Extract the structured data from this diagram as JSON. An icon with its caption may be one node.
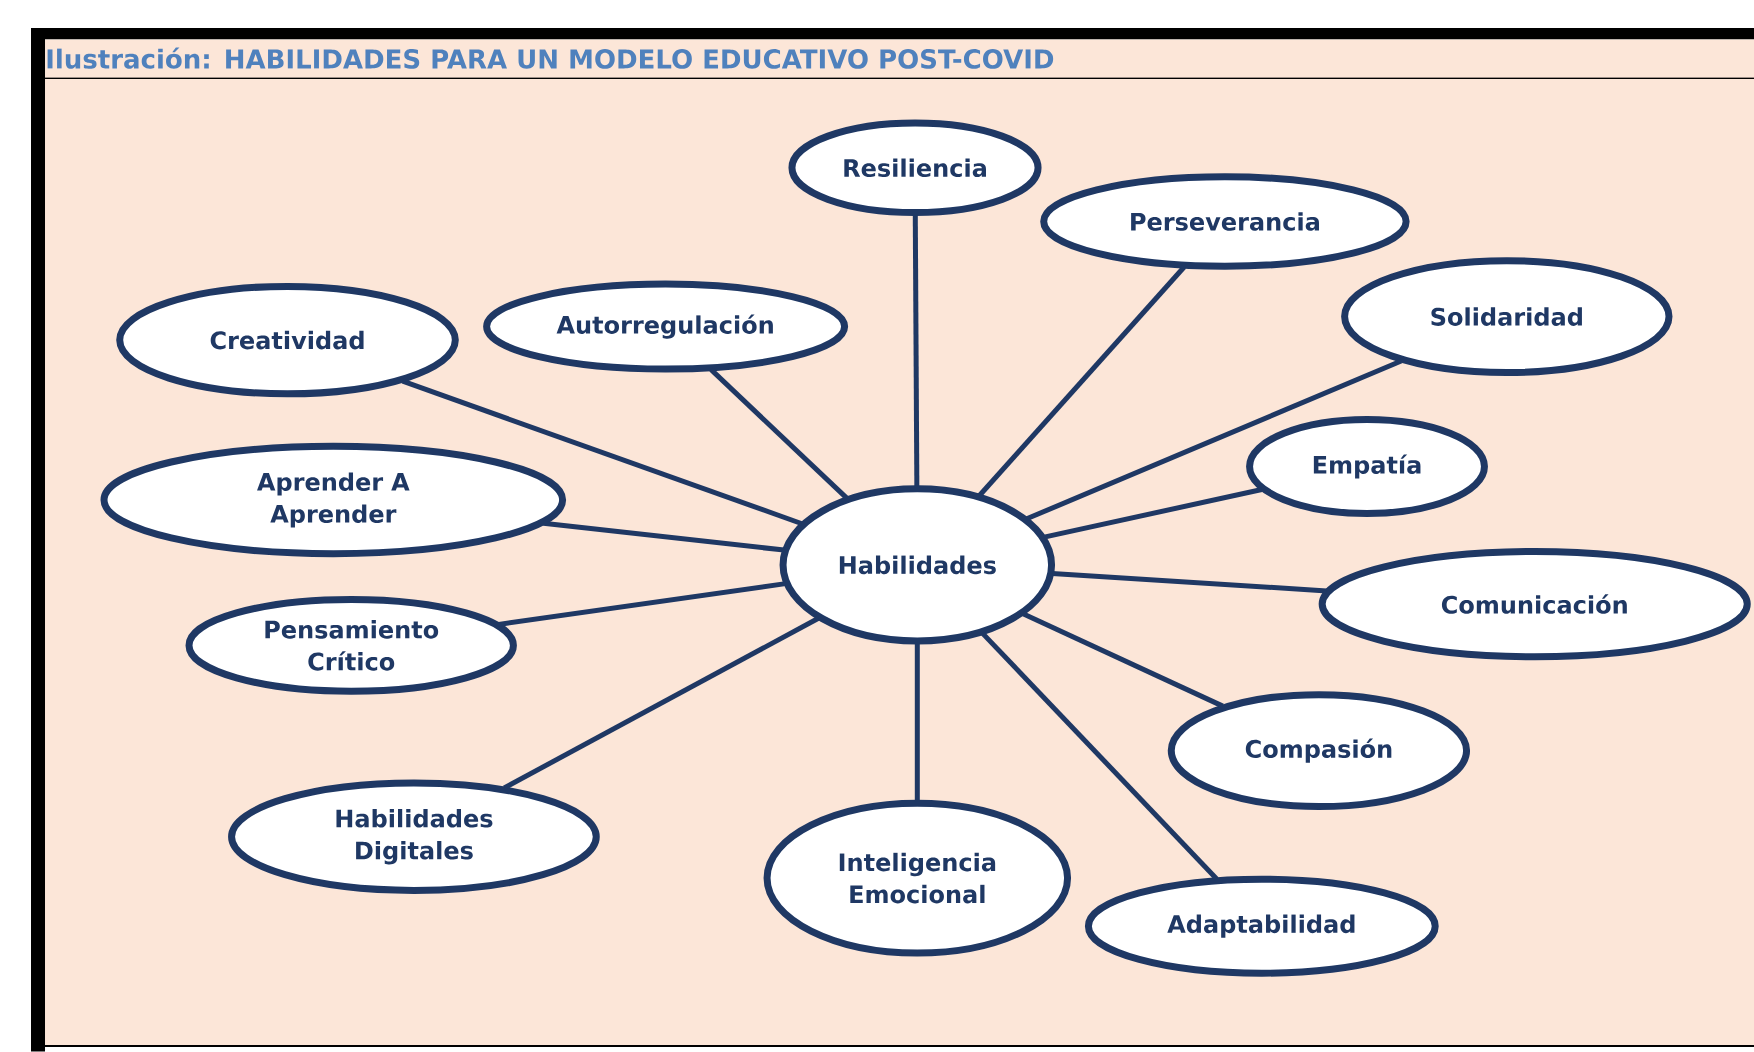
{
  "diagram": {
    "title": "Ilustración: HABILIDADES PARA UN MODELO EDUCATIVO POST-COVID",
    "nodes": [
      {
        "text": [
          "Habilidades"
        ]
      },
      {
        "text": [
          "Resiliencia"
        ]
      },
      {
        "text": [
          "Perseverancia"
        ]
      },
      {
        "text": [
          "Solidaridad"
        ]
      },
      {
        "text": [
          "Empatía"
        ]
      },
      {
        "text": [
          "Comunicación"
        ]
      },
      {
        "text": [
          "Compasión"
        ]
      },
      {
        "text": [
          "Adaptabilidad"
        ]
      },
      {
        "text": [
          "Inteligencia Emocional"
        ]
      },
      {
        "text": [
          "Habilidades Digitales"
        ]
      },
      {
        "text": [
          "Pensamiento Crítico"
        ]
      },
      {
        "text": [
          "Aprender A Aprender"
        ]
      },
      {
        "text": [
          "Creatividad"
        ]
      },
      {
        "text": [
          "Autorregulación"
        ]
      }
    ],
    "edges": [
      {
        "from": 0,
        "to": 1,
        "arrow": "none"
      },
      {
        "from": 0,
        "to": 2,
        "arrow": "none"
      },
      {
        "from": 0,
        "to": 3,
        "arrow": "none"
      },
      {
        "from": 0,
        "to": 4,
        "arrow": "none"
      },
      {
        "from": 0,
        "to": 5,
        "arrow": "none"
      },
      {
        "from": 0,
        "to": 6,
        "arrow": "none"
      },
      {
        "from": 0,
        "to": 7,
        "arrow": "none"
      },
      {
        "from": 0,
        "to": 8,
        "arrow": "none"
      },
      {
        "from": 0,
        "to": 9,
        "arrow": "none"
      },
      {
        "from": 0,
        "to": 10,
        "arrow": "none"
      },
      {
        "from": 0,
        "to": 11,
        "arrow": "none"
      },
      {
        "from": 0,
        "to": 12,
        "arrow": "none"
      },
      {
        "from": 0,
        "to": 13,
        "arrow": "none"
      }
    ]
  }
}
